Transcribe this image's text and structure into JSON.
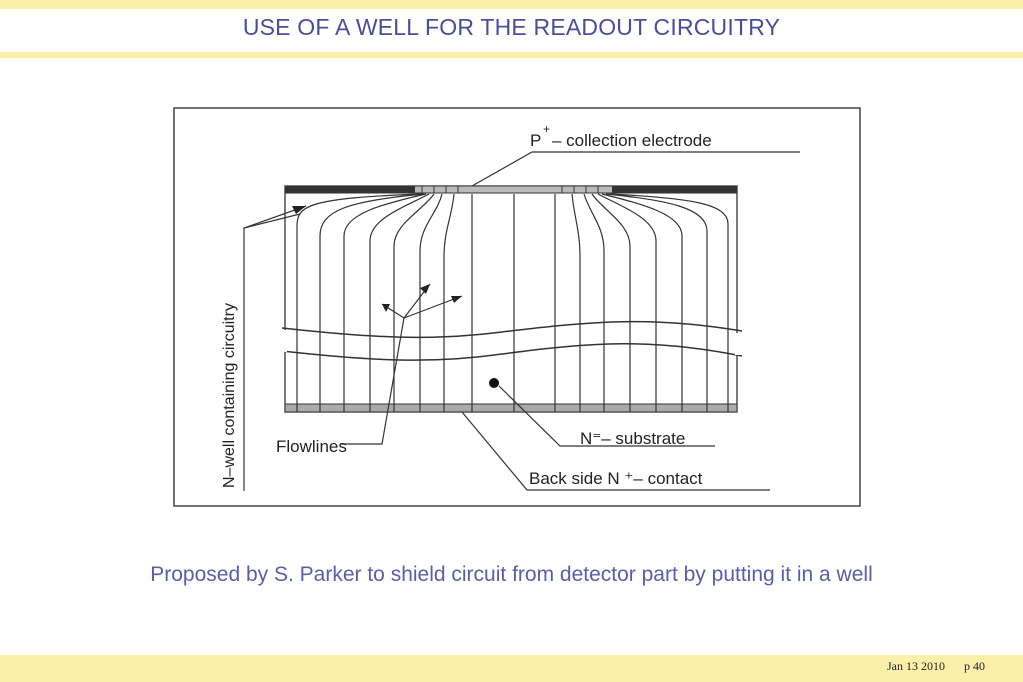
{
  "slide": {
    "title": "USE OF A WELL FOR THE READOUT CIRCUITRY",
    "caption": "Proposed by S. Parker to shield circuit from detector part by putting it in a well",
    "footer_date": "Jan 13 2010",
    "footer_page": "p 40"
  },
  "diagram": {
    "labels": {
      "collection_electrode_main": "P",
      "collection_electrode_sup": "+",
      "collection_electrode_rest": " – collection electrode",
      "well": "N–well containing circuitry",
      "flowlines": "Flowlines",
      "substrate": "N⁼– substrate",
      "back_contact": "Back side N ⁺– contact"
    }
  },
  "colors": {
    "band": "#fcefa9",
    "title": "#4a4e9a",
    "caption": "#5a5ea8",
    "ink": "#222222"
  }
}
